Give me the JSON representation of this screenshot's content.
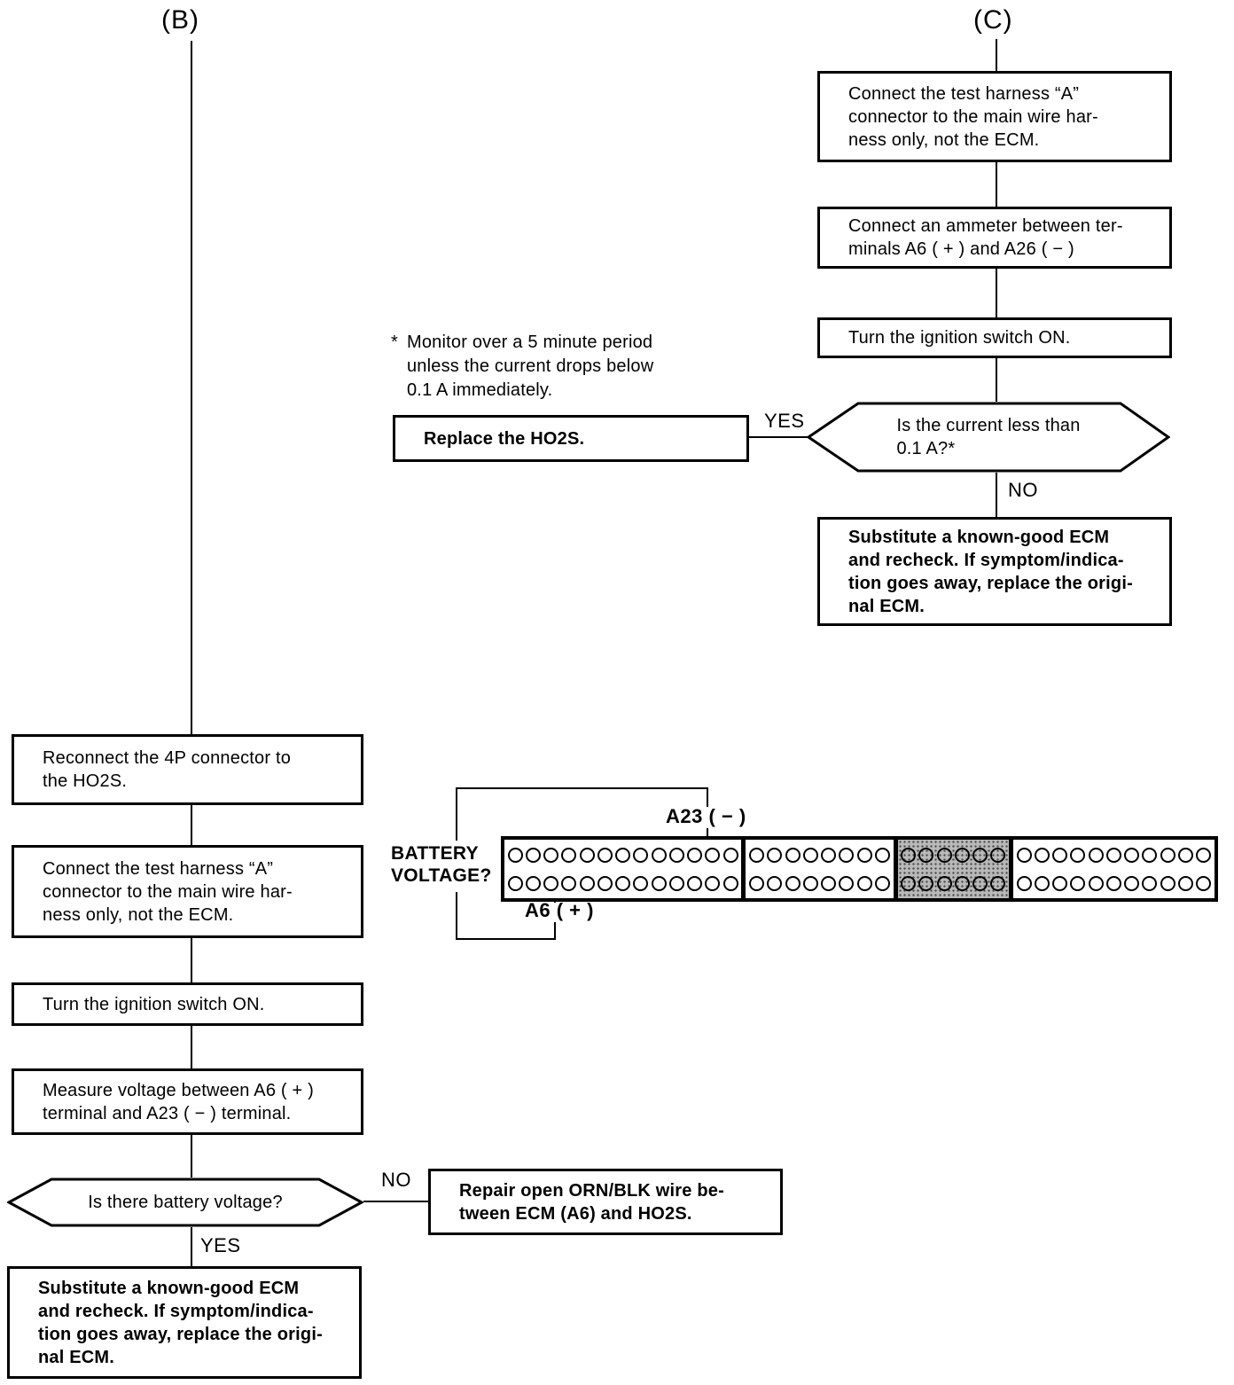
{
  "branch_labels": {
    "b": "(B)",
    "c": "(C)"
  },
  "edge_labels": {
    "yes": "YES",
    "no": "NO"
  },
  "column_c": {
    "box_connect_harness": "Connect the test harness “A”\nconnector to the main wire har-\nness only, not the ECM.",
    "box_connect_ammeter": "Connect an ammeter between ter-\nminals A6 ( + ) and A26 ( − )",
    "box_ignition_on": "Turn the ignition switch ON.",
    "decision_current": "Is the current less than\n0.1 A?*",
    "box_replace_ho2s": "Replace the HO2S.",
    "box_substitute_ecm": "Substitute a known-good ECM\nand recheck. If symptom/indica-\ntion goes away, replace the origi-\nnal ECM.",
    "footnote_marker": "*",
    "footnote": "Monitor over a 5 minute period\nunless the current drops below\n0.1 A immediately."
  },
  "column_b": {
    "box_reconnect_4p": "Reconnect the 4P connector to\nthe HO2S.",
    "box_connect_harness": "Connect the test harness “A”\nconnector to the main wire har-\nness only, not the ECM.",
    "box_ignition_on": "Turn the ignition switch ON.",
    "box_measure_voltage": "Measure voltage between A6 ( + )\nterminal and A23 ( − ) terminal.",
    "decision_battery": "Is there battery voltage?",
    "box_repair_wire": "Repair open ORN/BLK wire be-\ntween ECM (A6) and HO2S.",
    "box_substitute_ecm": "Substitute a known-good ECM\nand recheck. If symptom/indica-\ntion goes away, replace the origi-\nnal ECM."
  },
  "connector_diagram": {
    "question_label": "BATTERY\nVOLTAGE?",
    "terminal_top": "A23 ( − )",
    "terminal_bottom": "A6 ( + )",
    "rows": 2,
    "sections": [
      {
        "pins_per_row": 13,
        "shaded": false
      },
      {
        "pins_per_row": 8,
        "shaded": false
      },
      {
        "pins_per_row": 6,
        "shaded": true
      },
      {
        "pins_per_row": 11,
        "shaded": false
      }
    ]
  }
}
